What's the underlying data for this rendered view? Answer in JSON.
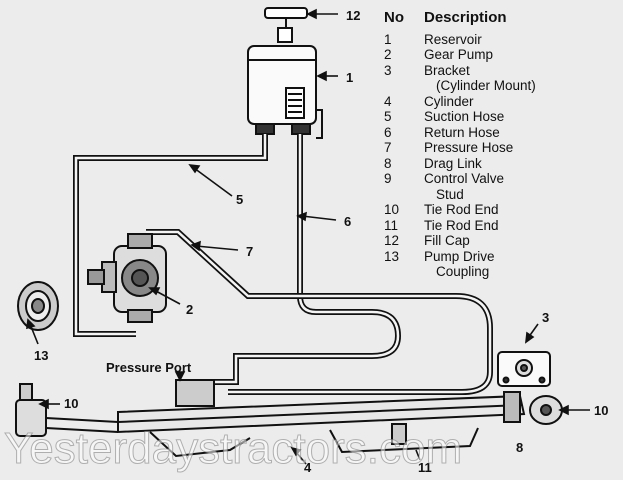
{
  "labels": {
    "n1": "1",
    "n2": "2",
    "n3": "3",
    "n4": "4",
    "n5": "5",
    "n6": "6",
    "n7": "7",
    "n10a": "10",
    "n10b": "10",
    "n11": "11",
    "n12": "12",
    "n13": "13",
    "n8": "8",
    "pressure_port": "Pressure Port"
  },
  "legend": {
    "header_no": "No",
    "header_desc": "Description",
    "items": [
      {
        "no": "1",
        "desc": "Reservoir"
      },
      {
        "no": "2",
        "desc": "Gear Pump"
      },
      {
        "no": "3",
        "desc": "Bracket",
        "cont": "(Cylinder Mount)"
      },
      {
        "no": "4",
        "desc": " Cylinder"
      },
      {
        "no": "5",
        "desc": "Suction Hose"
      },
      {
        "no": "6",
        "desc": "Return Hose"
      },
      {
        "no": "7",
        "desc": "Pressure Hose"
      },
      {
        "no": "8",
        "desc": "Drag Link"
      },
      {
        "no": "9",
        "desc": "Control Valve",
        "cont": "Stud"
      },
      {
        "no": "10",
        "desc": "Tie Rod End"
      },
      {
        "no": "11",
        "desc": "Tie Rod End"
      },
      {
        "no": "12",
        "desc": "Fill Cap"
      },
      {
        "no": "13",
        "desc": "Pump Drive",
        "cont": "Coupling"
      }
    ]
  },
  "watermark": "Yesterdaystractors.com"
}
